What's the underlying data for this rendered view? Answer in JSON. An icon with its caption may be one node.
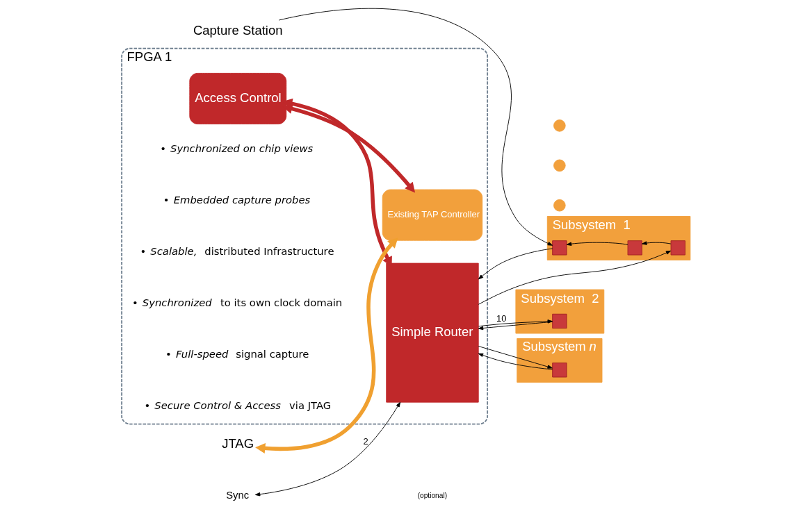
{
  "diagram": {
    "nodes": [
      {
        "text": [
          "FPGA 1"
        ]
      },
      {
        "text": [
          "JTAG"
        ]
      },
      {
        "text": [
          "Existing TAP Controller"
        ],
        "in": 0
      },
      {
        "text": [
          "Access Control"
        ],
        "in": 0
      },
      {
        "text": [
          "Simple Router"
        ],
        "in": 0
      },
      {
        "text": [
          "Sync"
        ]
      },
      {
        "text": [
          "Subsystem  1"
        ]
      },
      {
        "text": [],
        "shape": "box",
        "in": 6
      },
      {
        "text": [],
        "shape": "box",
        "in": 6
      },
      {
        "text": [],
        "shape": "box",
        "in": 6
      },
      {
        "text": [
          "Capture Station"
        ]
      },
      {
        "text": [
          "Subsystem  2"
        ]
      },
      {
        "text": [],
        "shape": "box",
        "in": 11
      },
      {
        "text": [],
        "shape": "circle"
      },
      {
        "text": [],
        "shape": "circle"
      },
      {
        "text": [],
        "shape": "circle"
      },
      {
        "text": [
          "Subsystem *n*"
        ]
      },
      {
        "text": [],
        "shape": "box",
        "in": 16
      }
    ],
    "edges": [
      {
        "from": 1,
        "to": 2,
        "arrow": "both",
        "style": "thick",
        "color": "#f0a030"
      },
      {
        "from": 2,
        "to": 3,
        "arrow": "both",
        "style": "thick",
        "color": "#c0282a"
      },
      {
        "from": 3,
        "to": 4,
        "arrow": "both",
        "style": "thick",
        "color": "#c0282a"
      },
      {
        "from": 5,
        "to": 4,
        "arrow": "both",
        "label": "2"
      },
      {
        "from": 7,
        "to": 4,
        "arrow": "to"
      },
      {
        "from": 4,
        "to": 9,
        "arrow": "to"
      },
      {
        "from": 9,
        "to": 8,
        "arrow": "to"
      },
      {
        "from": 8,
        "to": 7,
        "arrow": "to"
      },
      {
        "from": 10,
        "to": 7,
        "arrow": "to"
      },
      {
        "from": 12,
        "to": 4,
        "arrow": "to"
      },
      {
        "from": 4,
        "to": 12,
        "arrow": "to",
        "label": "10"
      },
      {
        "from": 17,
        "to": 4,
        "arrow": "to"
      },
      {
        "from": 4,
        "to": 17,
        "arrow": "to"
      }
    ],
    "labels": [
      "(optional)",
      "• *Synchronized on chip views*",
      "• *Embedded capture probes*",
      "• *Scalable,* distributed Infrastructure",
      "• *Synchronized* to its own clock domain",
      "• *Full-speed* signal capture",
      "• *Secure Control & Access* via JTAG"
    ]
  }
}
